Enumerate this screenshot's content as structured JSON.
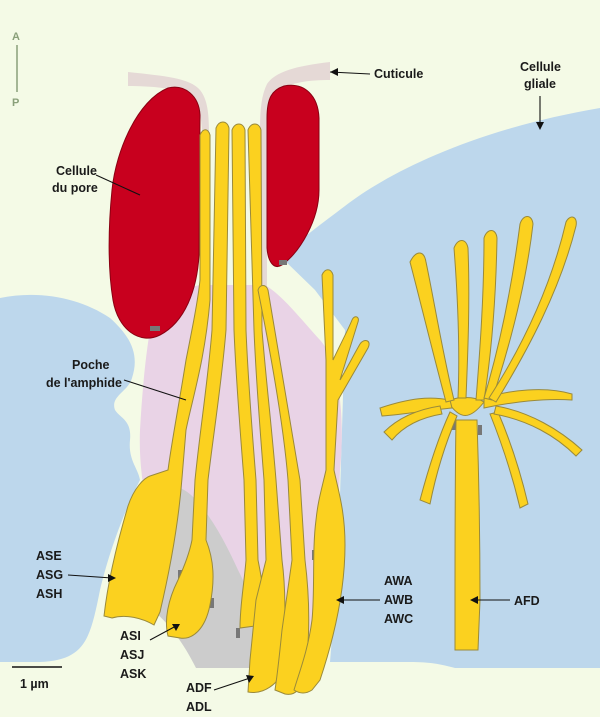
{
  "colors": {
    "background": "#f4fae6",
    "glia": "#bdd7ec",
    "sheath": "#e9d3e6",
    "pore": "#c8001e",
    "cuticle": "#e5d9d6",
    "neuron": "#fbd11f",
    "socket_gray": "#cccccc",
    "axis": "#8aa07a"
  },
  "orientation": {
    "anterior": "A",
    "posterior": "P"
  },
  "labels": {
    "cuticle": "Cuticule",
    "glial_cell_line1": "Cellule",
    "glial_cell_line2": "gliale",
    "pore_cell_line1": "Cellule",
    "pore_cell_line2": "du pore",
    "amphid_pocket_line1": "Poche",
    "amphid_pocket_line2": "de l'amphide",
    "group_ase_asg_ash": [
      "ASE",
      "ASG",
      "ASH"
    ],
    "group_asi_asj_ask": [
      "ASI",
      "ASJ",
      "ASK"
    ],
    "group_adf_adl": [
      "ADF",
      "ADL"
    ],
    "group_awa_awb_awc": [
      "AWA",
      "AWB",
      "AWC"
    ],
    "afd": "AFD"
  },
  "scale_bar": {
    "label": "1 µm"
  }
}
